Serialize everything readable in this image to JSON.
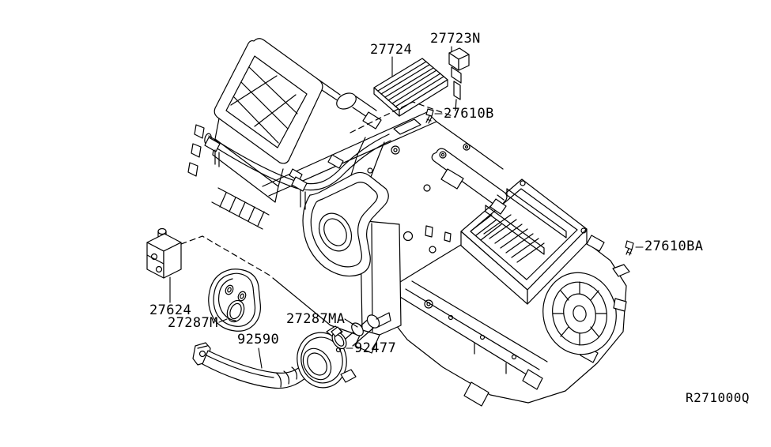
{
  "diagram": {
    "kind": "exploded-parts-diagram",
    "figure_code": "R271000Q",
    "colors": {
      "line": "#000000",
      "background": "#ffffff"
    },
    "labels": {
      "p27724": "27724",
      "p27723N": "27723N",
      "p27610B": "27610B",
      "p27610BA": "27610BA",
      "p27624": "27624",
      "p27287M": "27287M",
      "p27287MA": "27287MA",
      "p92590": "92590",
      "p92477": "92477"
    }
  }
}
